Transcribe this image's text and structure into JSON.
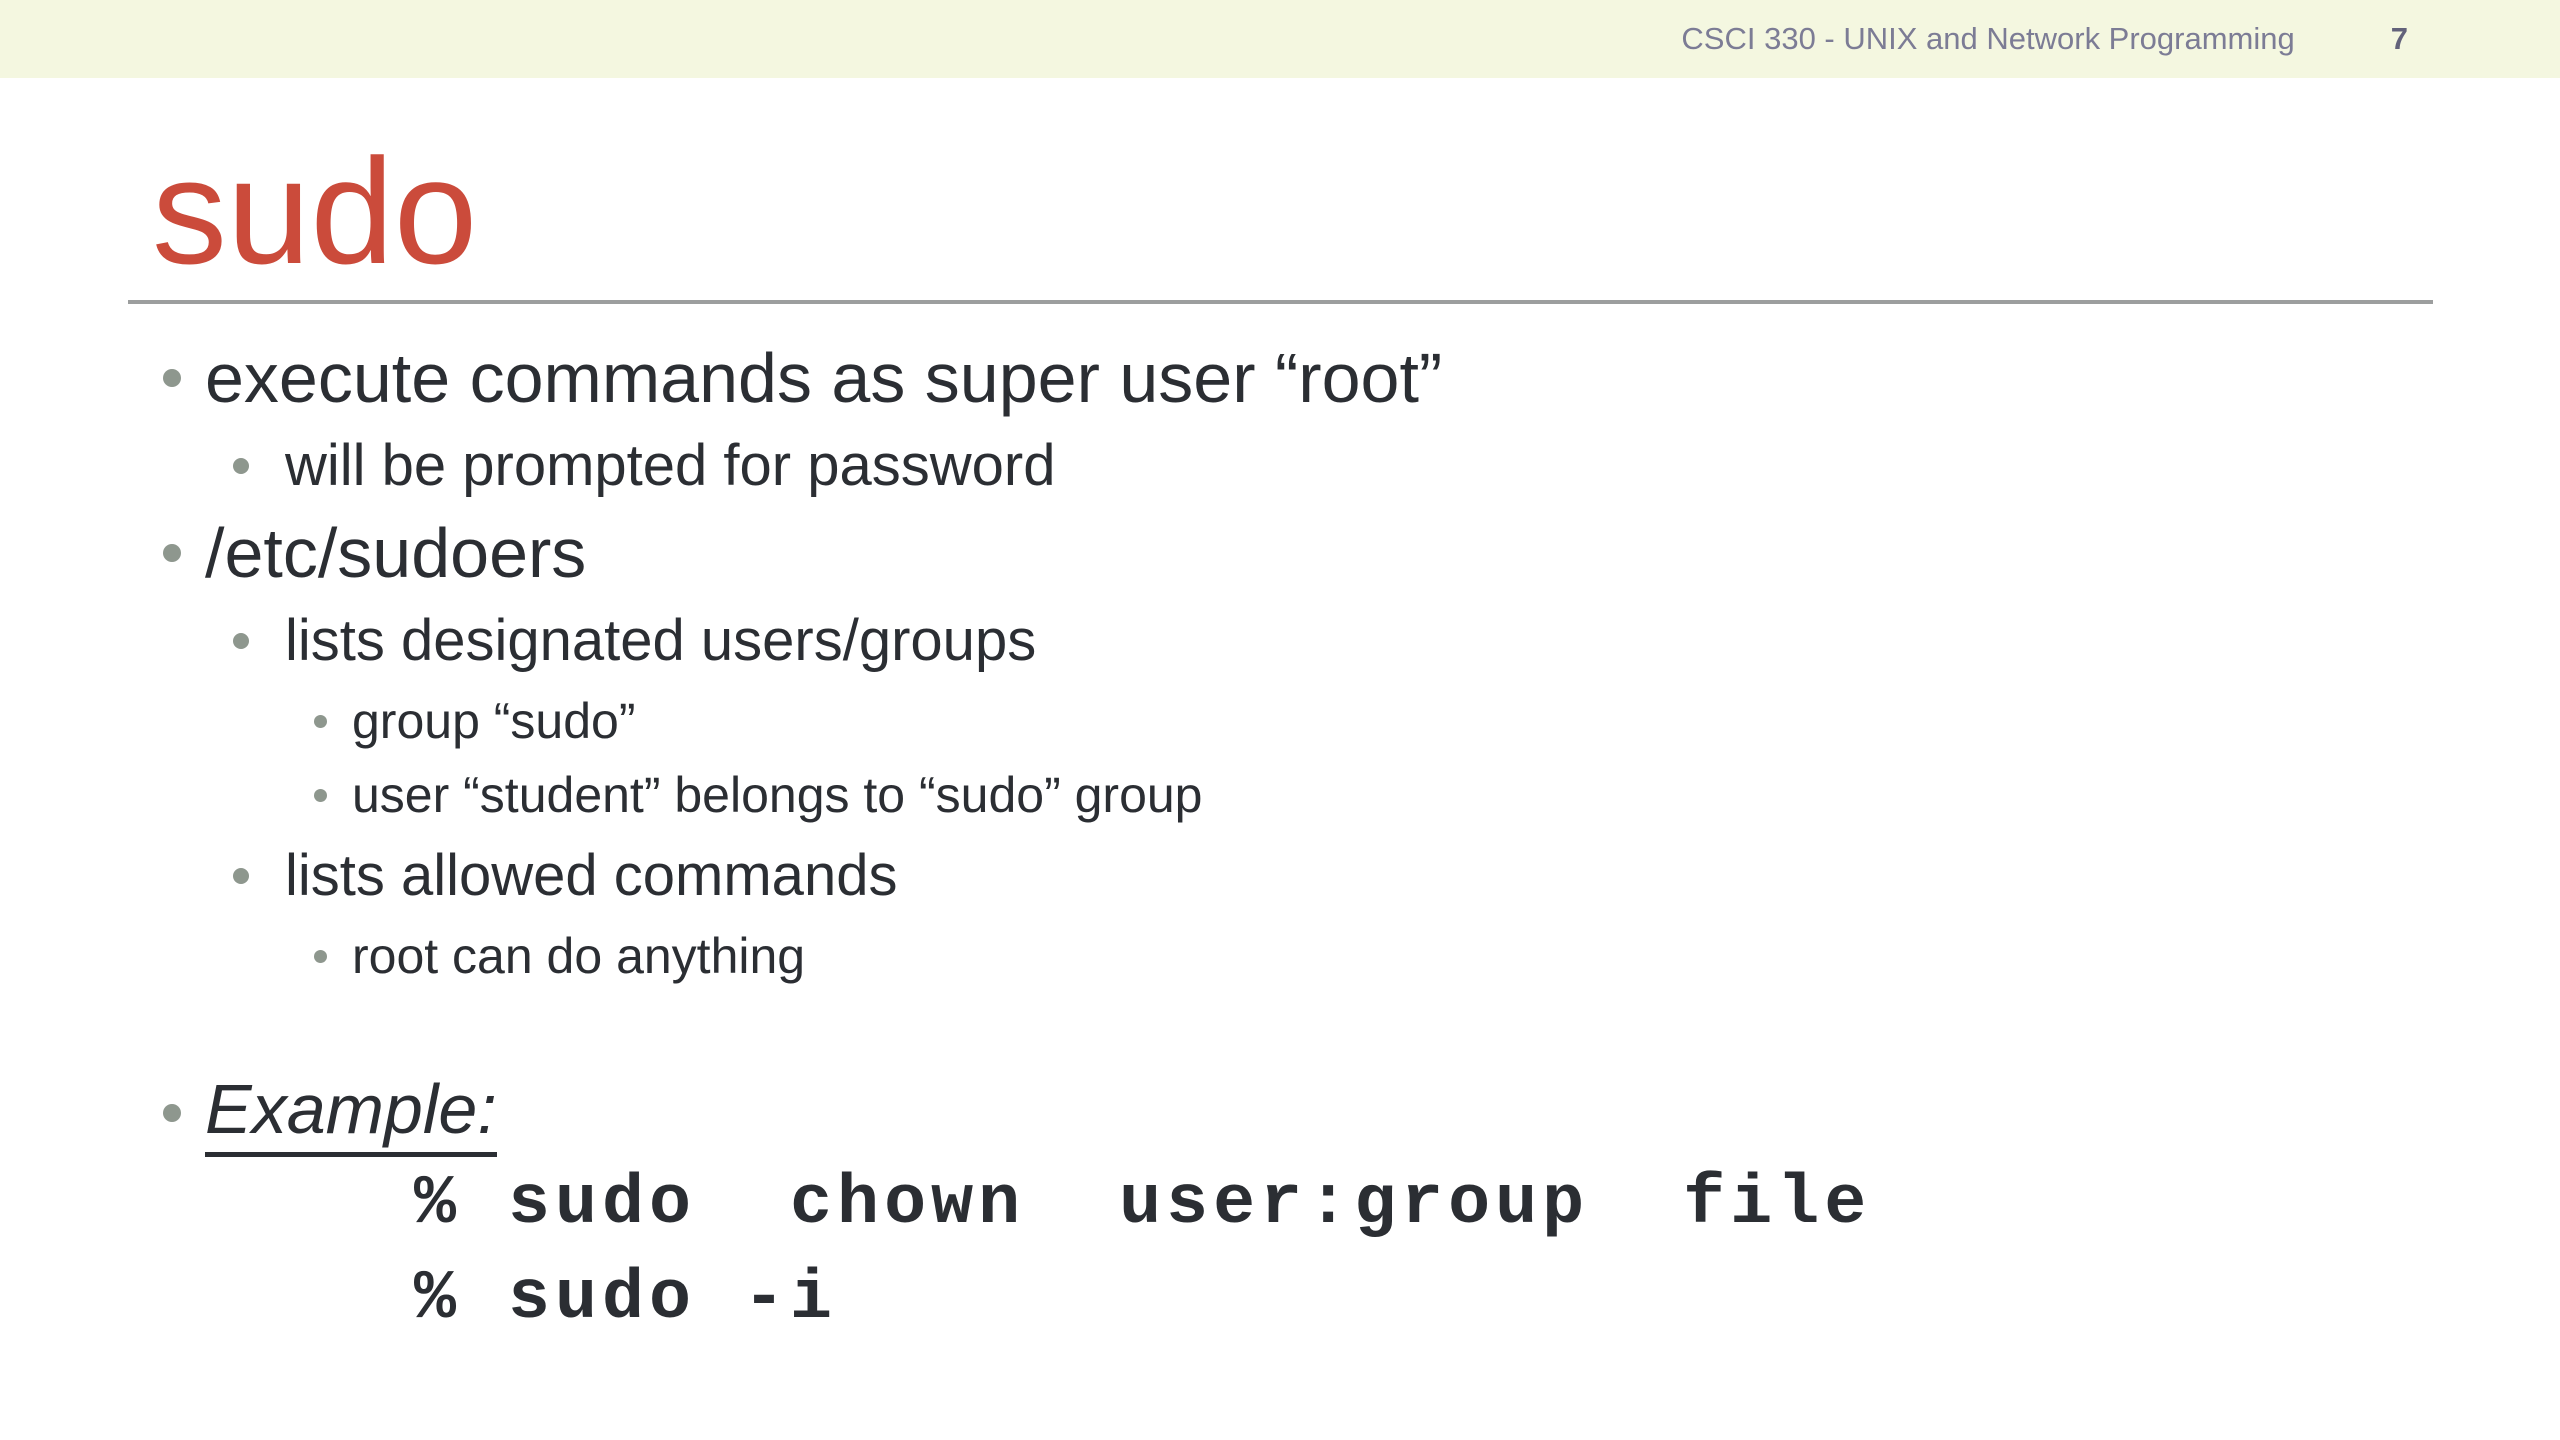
{
  "header": {
    "course": "CSCI 330 - UNIX and Network Programming",
    "page_number": "7"
  },
  "title": "sudo",
  "bullets": [
    {
      "level": 1,
      "text": "execute commands as super user “root”"
    },
    {
      "level": 2,
      "text": "will be prompted for password"
    },
    {
      "level": 1,
      "text": "/etc/sudoers"
    },
    {
      "level": 2,
      "text": "lists designated users/groups"
    },
    {
      "level": 3,
      "text": "group “sudo”"
    },
    {
      "level": 3,
      "text": "user “student” belongs to “sudo” group"
    },
    {
      "level": 2,
      "text": "lists allowed commands"
    },
    {
      "level": 3,
      "text": "root can do anything"
    },
    {
      "level": 1,
      "text": "Example:",
      "emphasis": "italic-underline"
    }
  ],
  "code": {
    "lines": [
      "% sudo  chown  user:group  file",
      "% sudo -i"
    ]
  },
  "colors": {
    "accent_title": "#cb4b3b",
    "header_background": "#f4f7e0",
    "header_text": "#7c7c95",
    "page_number_text": "#62627a",
    "body_text": "#2b2e33",
    "bullet": "#8e978e",
    "divider": "#9c9e9e"
  }
}
